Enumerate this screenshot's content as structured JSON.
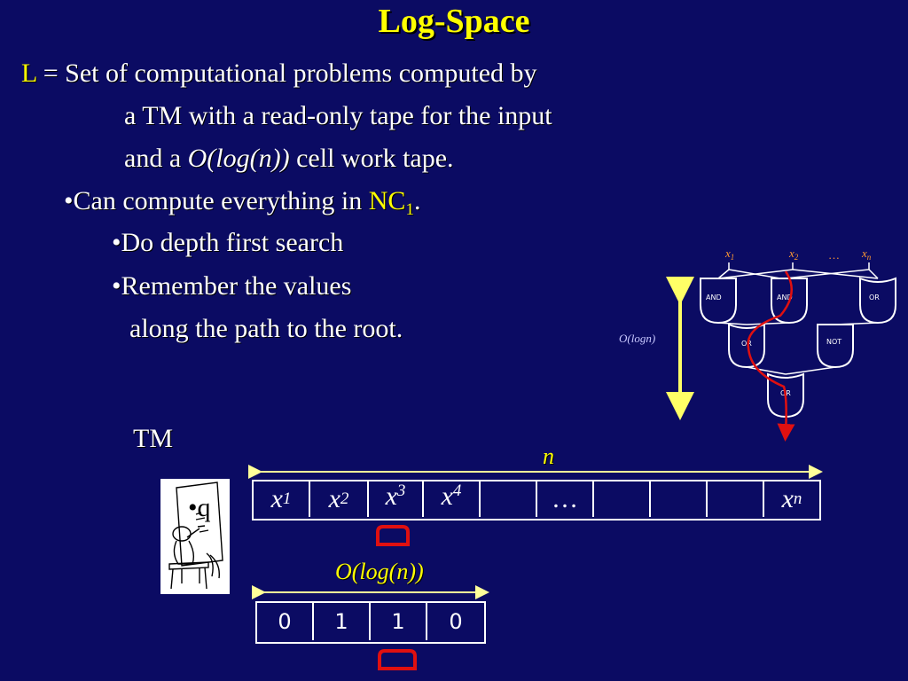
{
  "title": "Log-Space",
  "definition": {
    "symbol": "L",
    "line1_rest": " = Set of computational problems computed by",
    "line2": "a TM with a read-only tape for the input",
    "line3_pre": "and a ",
    "line3_italic": "O(log(n))",
    "line3_post": " cell work tape."
  },
  "bullets": [
    {
      "pre": "•Can compute everything in ",
      "hl": "NC",
      "sub": "1",
      "post": "."
    },
    {
      "text": "•Do depth first search"
    },
    {
      "text": "•Remember the values"
    },
    {
      "text": "along the path to the root."
    }
  ],
  "circuit": {
    "height_label": "O(logn)",
    "inputs": [
      "x",
      "x",
      "…",
      "x"
    ],
    "input_subs": [
      "1",
      "2",
      "",
      "n"
    ],
    "gates": [
      "AND",
      "AND",
      "OR",
      "OR",
      "NOT",
      "OR"
    ],
    "colors": {
      "gate": "#ffffff",
      "path": "#e01010",
      "arrow": "#ffff66",
      "input": "#ff9933"
    }
  },
  "tm_label": "TM",
  "n_label": "n",
  "input_tape": {
    "cells": [
      {
        "text": "x",
        "sub": "1"
      },
      {
        "text": "x",
        "sub": "2"
      },
      {
        "text": "x",
        "sub": "3"
      },
      {
        "text": "x",
        "sub": "4"
      },
      {
        "text": "",
        "sub": ""
      },
      {
        "text": "…",
        "sub": ""
      },
      {
        "text": "",
        "sub": ""
      },
      {
        "text": "",
        "sub": ""
      },
      {
        "text": "",
        "sub": ""
      },
      {
        "text": "x",
        "sub": "n"
      }
    ]
  },
  "work_label": "O(log(n))",
  "work_tape": {
    "cells": [
      "0",
      "1",
      "1",
      "0"
    ]
  },
  "machine_state": "•q",
  "colors": {
    "background": "#0b0b63",
    "highlight": "#ffff00",
    "head": "#e01010"
  }
}
